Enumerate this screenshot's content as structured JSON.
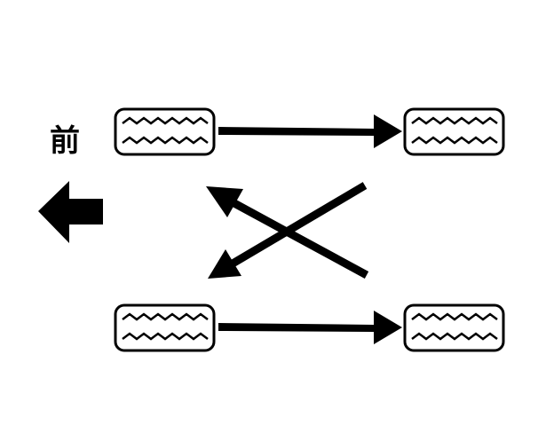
{
  "diagram": {
    "front_label": "前",
    "colors": {
      "ink": "#000000",
      "tire_fill": "#ffffff",
      "background": "#ffffff"
    },
    "tires": [
      {
        "id": "front-left",
        "name": "tire-front-top"
      },
      {
        "id": "rear-left",
        "name": "tire-rear-top"
      },
      {
        "id": "front-right",
        "name": "tire-front-bottom"
      },
      {
        "id": "rear-right",
        "name": "tire-rear-bottom"
      }
    ],
    "rotation_arrows": [
      {
        "from": "front-left",
        "to": "rear-left",
        "shape": "straight"
      },
      {
        "from": "front-right",
        "to": "rear-right",
        "shape": "straight"
      },
      {
        "from": "rear-right",
        "to": "front-left",
        "shape": "cross"
      },
      {
        "from": "rear-left",
        "to": "front-right",
        "shape": "cross"
      }
    ],
    "direction_icon": "arrow-left-icon"
  }
}
